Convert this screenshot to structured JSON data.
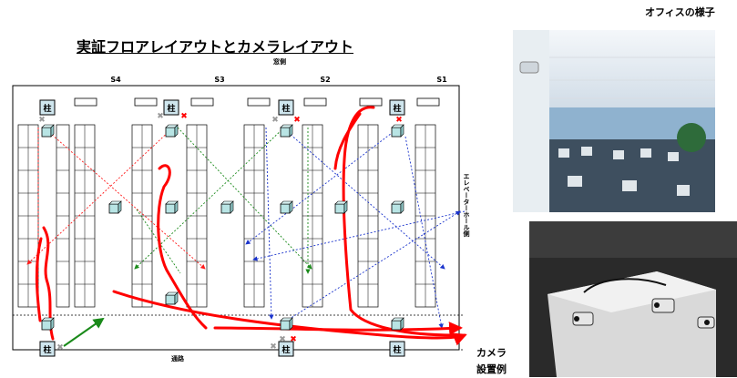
{
  "title": "実証フロアレイアウトとカメラレイアウト",
  "window_side": "窓側",
  "sections": [
    "S4",
    "S3",
    "S2",
    "S1"
  ],
  "elevator_side": "エレベーターホール側",
  "aisle": "通路",
  "pillar": "柱",
  "office_title": "オフィスの様子",
  "camera_example": {
    "line1": "カメラ",
    "line2": "設置例"
  },
  "colors": {
    "red": "#ff1a1a",
    "green": "#1a8a1a",
    "blue": "#1a33cc",
    "camera": "#b8e4e4"
  }
}
